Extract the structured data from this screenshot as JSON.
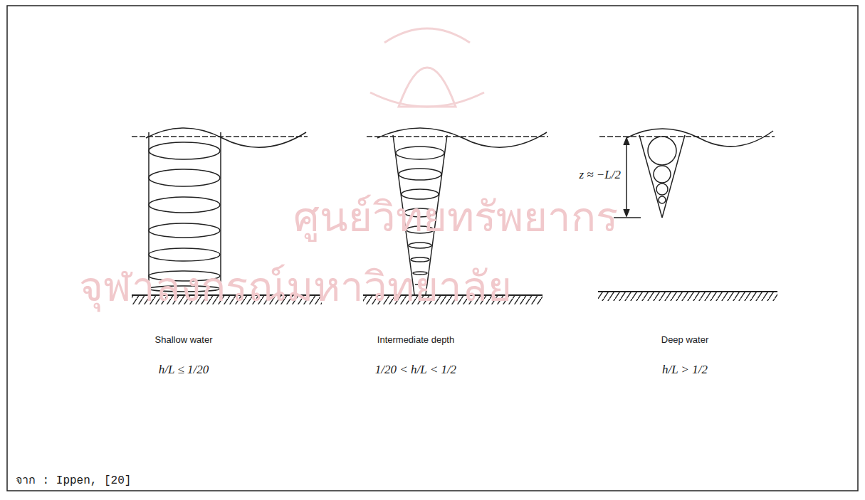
{
  "diagram": {
    "labels": [
      "ศูนย์วิทยทรัพยากร",
      "จุฬาลงกรณ์มหาวิทยาลัย",
      "Shallow water",
      "h/L ≤ 1/20",
      "Intermediate depth",
      "1/20 < h/L < 1/2",
      "Deep water",
      "h/L > 1/2",
      "z ≈ −L/2",
      "จาก : Ippen, [20]"
    ]
  }
}
